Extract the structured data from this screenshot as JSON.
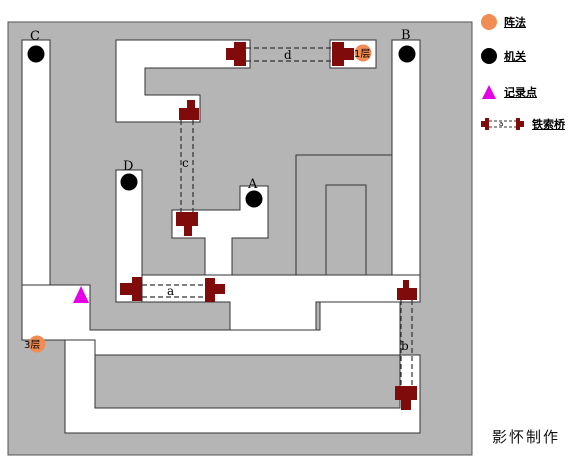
{
  "map": {
    "points": {
      "A": "A",
      "B": "B",
      "C": "C",
      "D": "D"
    },
    "bridges": {
      "a": "a",
      "b": "b",
      "c": "c",
      "d": "d"
    },
    "floor_markers": {
      "floor1": "1层",
      "floor3": "3层"
    }
  },
  "legend": {
    "formation": "阵法",
    "mechanism": "机关",
    "save_point": "记录点",
    "chain_bridge": "铁索桥",
    "chain_bridge_sample": "a"
  },
  "credit": "影怀制作",
  "colors": {
    "wall": "#b5b5b5",
    "path": "#ffffff",
    "formation": "#f28c55",
    "mechanism": "#000000",
    "save_point": "#e600e6",
    "bridge_node": "#7f0b0b"
  }
}
